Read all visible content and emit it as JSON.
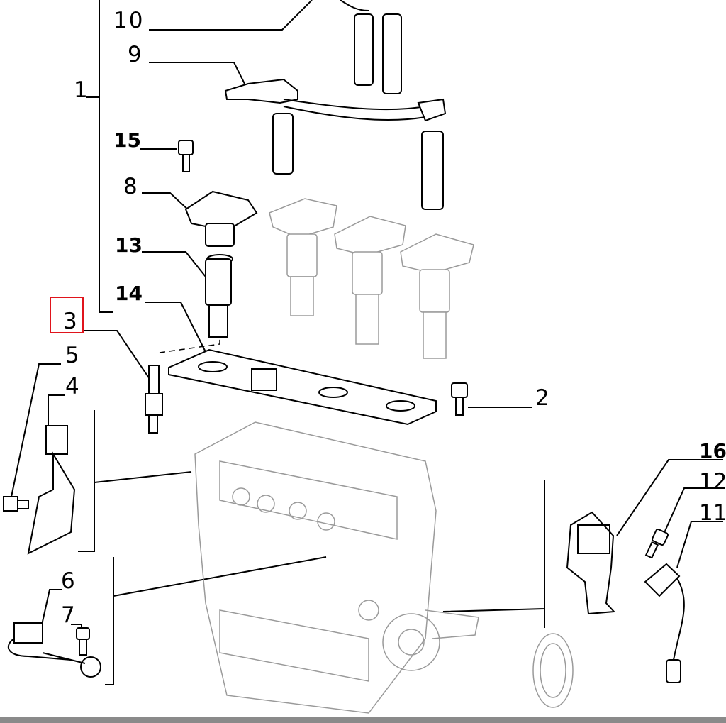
{
  "diagram": {
    "callouts": [
      {
        "id": "c10",
        "label": "10",
        "bold": false
      },
      {
        "id": "c9",
        "label": "9",
        "bold": false
      },
      {
        "id": "c1",
        "label": "1",
        "bold": false
      },
      {
        "id": "c15",
        "label": "15",
        "bold": true
      },
      {
        "id": "c8",
        "label": "8",
        "bold": false
      },
      {
        "id": "c13",
        "label": "13",
        "bold": true
      },
      {
        "id": "c14",
        "label": "14",
        "bold": true
      },
      {
        "id": "c3",
        "label": "3",
        "bold": false,
        "highlighted": true
      },
      {
        "id": "c5",
        "label": "5",
        "bold": false
      },
      {
        "id": "c4",
        "label": "4",
        "bold": false
      },
      {
        "id": "c2",
        "label": "2",
        "bold": false
      },
      {
        "id": "c16",
        "label": "16",
        "bold": true
      },
      {
        "id": "c12",
        "label": "12",
        "bold": false
      },
      {
        "id": "c11",
        "label": "11",
        "bold": false
      },
      {
        "id": "c6",
        "label": "6",
        "bold": false
      },
      {
        "id": "c7",
        "label": "7",
        "bold": false
      }
    ],
    "highlight_color": "#e0141c",
    "line_color": "#000000",
    "part_outline_color": "#9a9a9a"
  }
}
